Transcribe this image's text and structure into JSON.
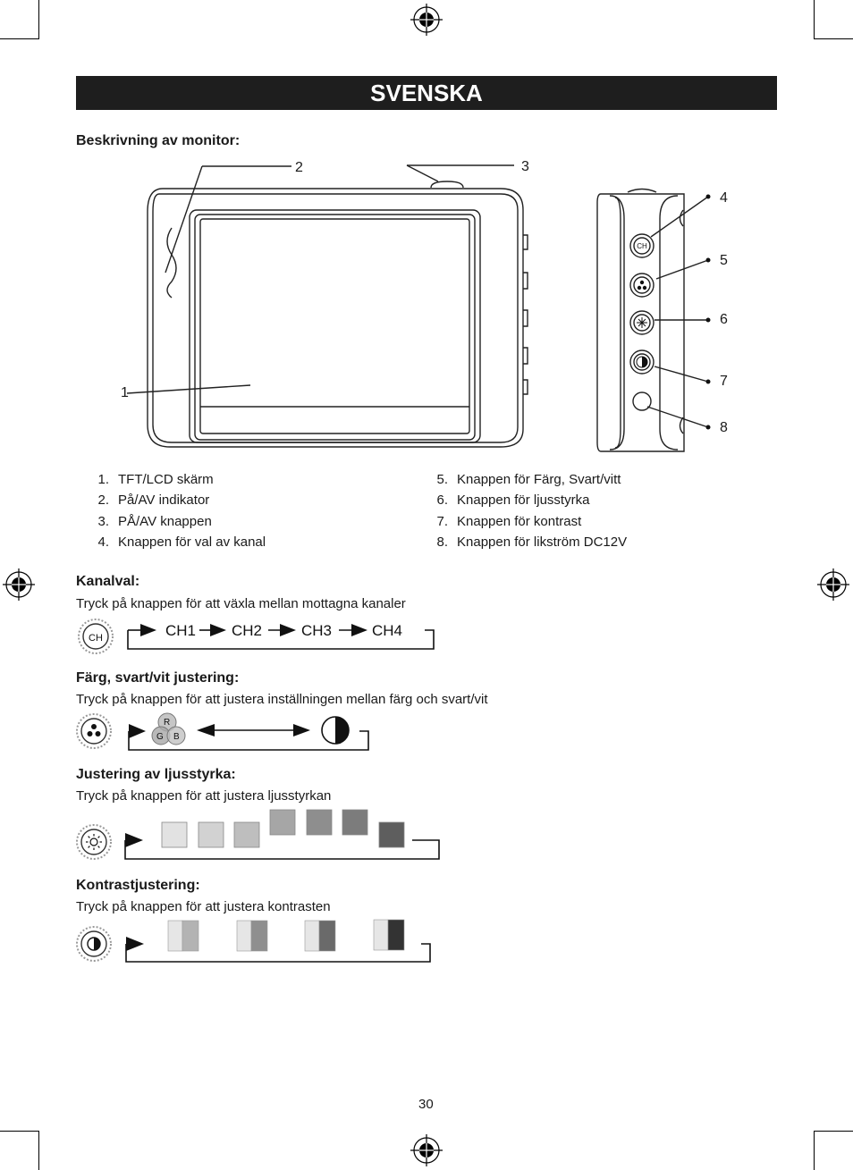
{
  "header": {
    "title": "SVENSKA"
  },
  "monitor": {
    "heading": "Beskrivning av monitor:",
    "callouts": [
      "1",
      "2",
      "3",
      "4",
      "5",
      "6",
      "7",
      "8"
    ],
    "button_labels": {
      "ch": "CH",
      "rgb_r": "R",
      "rgb_g": "G",
      "rgb_b": "B"
    },
    "parts_left": [
      {
        "num": "1.",
        "label": "TFT/LCD skärm"
      },
      {
        "num": "2.",
        "label": "På/AV indikator"
      },
      {
        "num": "3.",
        "label": "PÅ/AV knappen"
      },
      {
        "num": "4.",
        "label": "Knappen för val av kanal"
      }
    ],
    "parts_right": [
      {
        "num": "5.",
        "label": "Knappen för Färg, Svart/vitt"
      },
      {
        "num": "6.",
        "label": "Knappen för ljusstyrka"
      },
      {
        "num": "7.",
        "label": "Knappen för kontrast"
      },
      {
        "num": "8.",
        "label": "Knappen för likström DC12V"
      }
    ]
  },
  "sections": [
    {
      "heading": "Kanalval:",
      "text": "Tryck på knappen för att växla mellan mottagna kanaler",
      "icon": "ch-button-icon",
      "channels": [
        "CH1",
        "CH2",
        "CH3",
        "CH4"
      ]
    },
    {
      "heading": "Färg, svart/vit justering:",
      "text": "Tryck på knappen för att justera inställningen mellan färg och svart/vit",
      "icon": "color-button-icon"
    },
    {
      "heading": "Justering av ljusstyrka:",
      "text": "Tryck på knappen för att justera ljusstyrkan",
      "icon": "brightness-button-icon",
      "levels": [
        "#e2e2e2",
        "#d2d2d2",
        "#bebebe",
        "#a6a6a6",
        "#8e8e8e",
        "#7c7c7c",
        "#5e5e5e"
      ]
    },
    {
      "heading": "Kontrastjustering:",
      "text": "Tryck på knappen för att justera kontrasten",
      "icon": "contrast-button-icon",
      "levels": [
        {
          "light": "#e6e6e6",
          "dark": "#b3b3b3"
        },
        {
          "light": "#e6e6e6",
          "dark": "#8f8f8f"
        },
        {
          "light": "#e6e6e6",
          "dark": "#6a6a6a"
        },
        {
          "light": "#e6e6e6",
          "dark": "#333333"
        }
      ]
    }
  ],
  "footer": {
    "page_number": "30"
  }
}
